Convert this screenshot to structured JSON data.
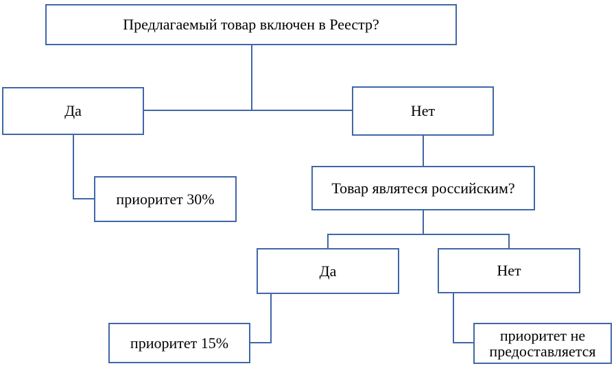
{
  "diagram": {
    "question_registry": "Предлагаемый товар включен в Реестр?",
    "answer_yes_1": "Да",
    "answer_no_1": "Нет",
    "priority_30": "приоритет 30%",
    "question_russian": "Товар являтеся российским?",
    "answer_yes_2": "Да",
    "answer_no_2": "Нет",
    "priority_15": "приоритет 15%",
    "no_priority_line1": "приоритет не",
    "no_priority_line2": "предоставляется"
  },
  "colors": {
    "line": "#3f66a8",
    "box_border": "#3f66a8",
    "text": "#000000",
    "background": "#ffffff"
  }
}
